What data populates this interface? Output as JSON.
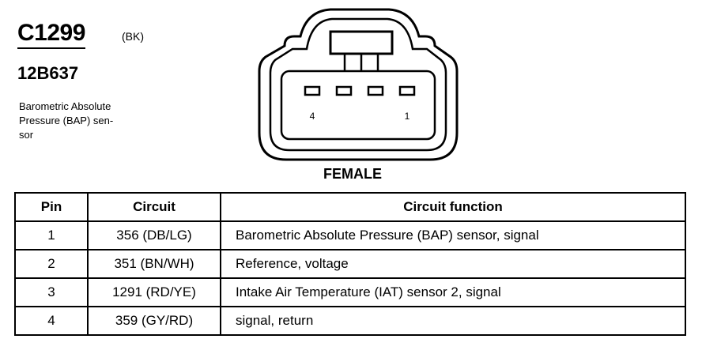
{
  "connector": {
    "id": "C1299",
    "color_code": "(BK)",
    "part_number": "12B637",
    "description": "Barometric Absolute\nPressure (BAP) sen-\nsor",
    "gender": "FEMALE",
    "pin_labels": {
      "left": "4",
      "right": "1"
    }
  },
  "table": {
    "headers": {
      "pin": "Pin",
      "circuit": "Circuit",
      "function": "Circuit function"
    },
    "rows": [
      {
        "pin": "1",
        "circuit": "356 (DB/LG)",
        "function": "Barometric Absolute Pressure (BAP) sensor, signal"
      },
      {
        "pin": "2",
        "circuit": "351 (BN/WH)",
        "function": "Reference, voltage"
      },
      {
        "pin": "3",
        "circuit": "1291 (RD/YE)",
        "function": "Intake Air Temperature (IAT) sensor 2, signal"
      },
      {
        "pin": "4",
        "circuit": "359 (GY/RD)",
        "function": "signal, return"
      }
    ]
  }
}
